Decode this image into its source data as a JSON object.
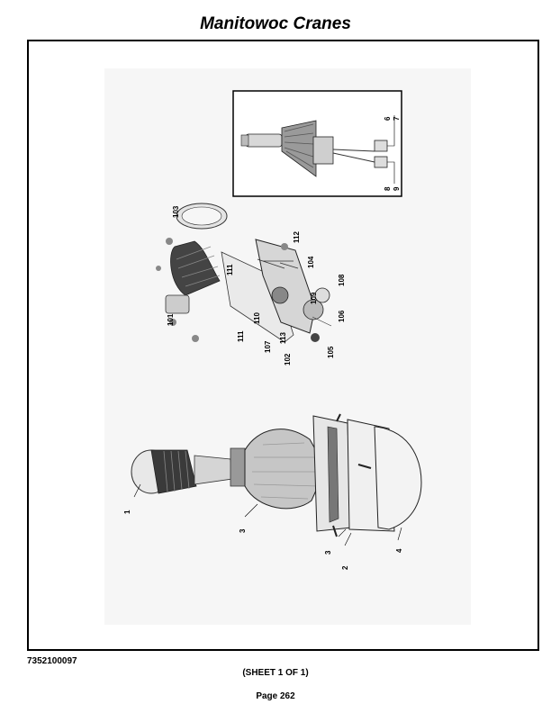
{
  "header": {
    "title": "Manitowoc Cranes"
  },
  "footer": {
    "part_number": "7352100097",
    "sheet": "(SHEET 1 OF 1)",
    "page": "Page 262"
  },
  "callouts": [
    {
      "id": "c1",
      "label": "1"
    },
    {
      "id": "c2",
      "label": "2"
    },
    {
      "id": "c3a",
      "label": "3"
    },
    {
      "id": "c3b",
      "label": "3"
    },
    {
      "id": "c4",
      "label": "4"
    },
    {
      "id": "c6",
      "label": "6"
    },
    {
      "id": "c7",
      "label": "7"
    },
    {
      "id": "c8",
      "label": "8"
    },
    {
      "id": "c9",
      "label": "9"
    },
    {
      "id": "c101",
      "label": "101"
    },
    {
      "id": "c102",
      "label": "102"
    },
    {
      "id": "c103",
      "label": "103"
    },
    {
      "id": "c104",
      "label": "104"
    },
    {
      "id": "c105",
      "label": "105"
    },
    {
      "id": "c106",
      "label": "106"
    },
    {
      "id": "c107",
      "label": "107"
    },
    {
      "id": "c108",
      "label": "108"
    },
    {
      "id": "c109",
      "label": "109"
    },
    {
      "id": "c110",
      "label": "110"
    },
    {
      "id": "c111a",
      "label": "111"
    },
    {
      "id": "c111b",
      "label": "111"
    },
    {
      "id": "c112",
      "label": "112"
    },
    {
      "id": "c113",
      "label": "113"
    }
  ]
}
